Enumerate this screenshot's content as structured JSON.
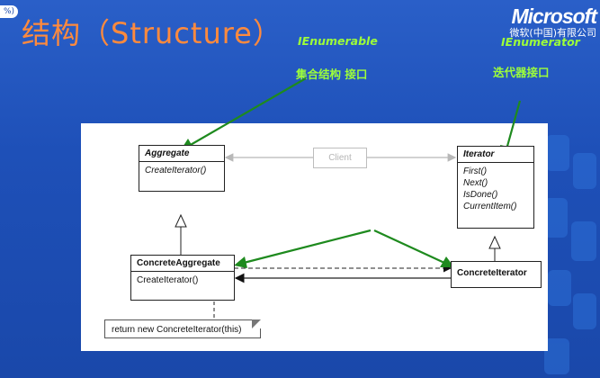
{
  "slide": {
    "title": "结构（Structure）",
    "corner_badge": "%)"
  },
  "logo": {
    "wordmark": "Microsoft",
    "subtitle": "微软(中国)有限公司"
  },
  "annotations": {
    "ienumerable": "IEnumerable",
    "collection_interface": "集合结构  接口",
    "ienumerator": "IEnumerator",
    "iterator_interface": "迭代器接口"
  },
  "diagram": {
    "client": "Client",
    "aggregate": {
      "name": "Aggregate",
      "operations": [
        "CreateIterator()"
      ]
    },
    "iterator": {
      "name": "Iterator",
      "operations": [
        "First()",
        "Next()",
        "IsDone()",
        "CurrentItem()"
      ]
    },
    "concrete_aggregate": {
      "name": "ConcreteAggregate",
      "operations": [
        "CreateIterator()"
      ]
    },
    "concrete_iterator": {
      "name": "ConcreteIterator"
    },
    "note": "return new ConcreteIterator(this)"
  },
  "colors": {
    "background": "#1f4fb2",
    "title": "#ff8a3d",
    "annotation": "#9dff3a",
    "arrow": "#1e8a1e"
  }
}
